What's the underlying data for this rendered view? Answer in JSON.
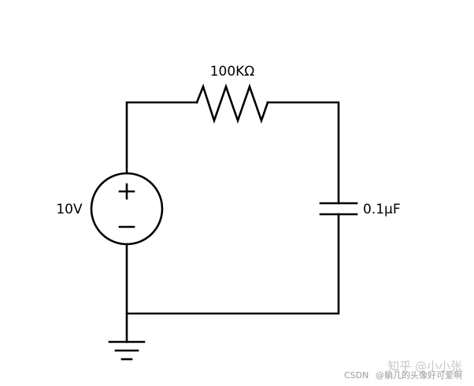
{
  "resistor": {
    "label": "100KΩ"
  },
  "source": {
    "label": "10V",
    "plus": "+",
    "minus": "−"
  },
  "capacitor": {
    "label": "0.1μF"
  },
  "watermark": {
    "zhihu": "知乎 @小小张",
    "csdn_prefix": "CSDN",
    "csdn_text": "@躺几的头像好可爱啊"
  }
}
